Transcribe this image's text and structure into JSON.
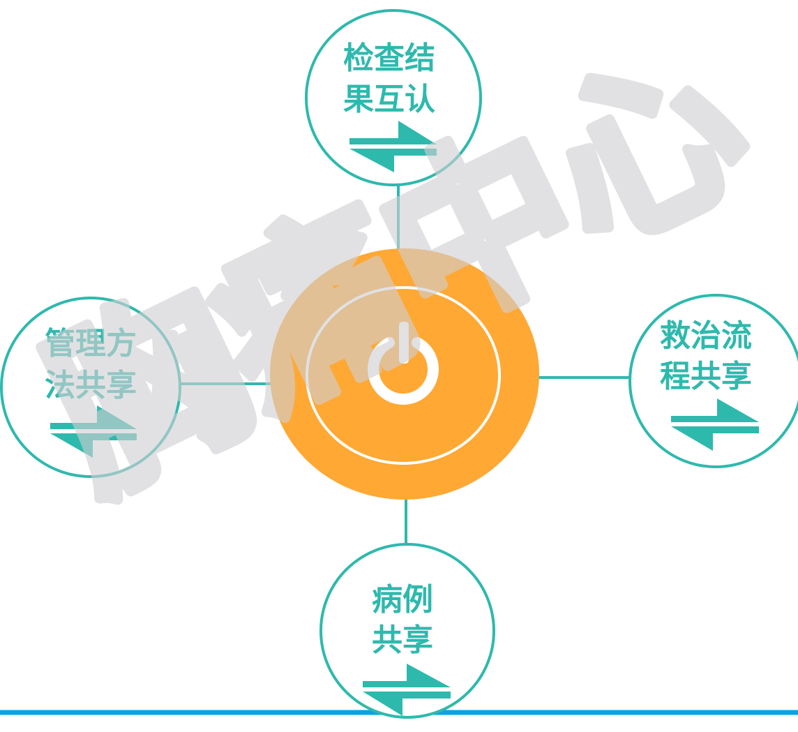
{
  "colors": {
    "teal": "#2eb9ad",
    "orange": "#ffa834",
    "blue_line": "#0aa2e2",
    "watermark": "#cfcfd2",
    "white": "#ffffff"
  },
  "center": {
    "icon": "power-icon"
  },
  "nodes": {
    "top": {
      "line1": "检查结",
      "line2": "果互认",
      "icon": "exchange-arrows-icon"
    },
    "left": {
      "line1": "管理方",
      "line2": "法共享",
      "icon": "exchange-arrows-icon"
    },
    "right": {
      "line1": "救治流",
      "line2": "程共享",
      "icon": "exchange-arrows-icon"
    },
    "bottom": {
      "line1": "病例",
      "line2": "共享",
      "icon": "exchange-arrows-icon"
    }
  },
  "watermark": {
    "text": "胸痛中心"
  }
}
